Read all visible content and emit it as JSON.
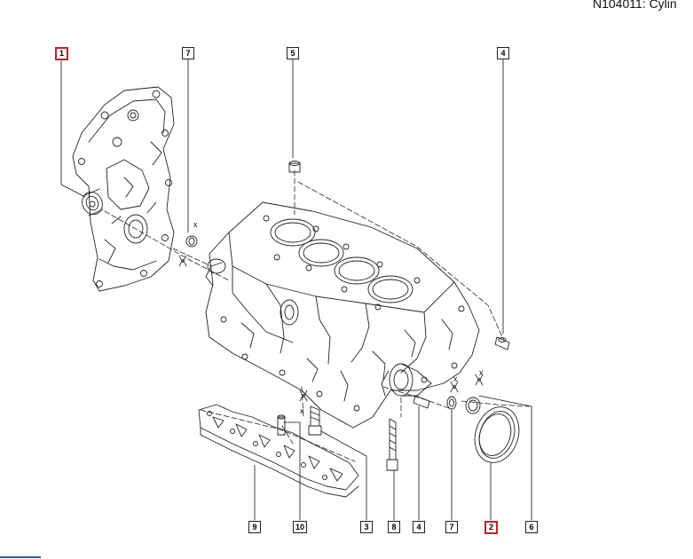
{
  "header": {
    "title": "N104011: Cylin"
  },
  "callouts": {
    "c1": "1",
    "c7a": "7",
    "c5": "5",
    "c4a": "4",
    "c9": "9",
    "c10": "10",
    "c3": "3",
    "c8": "8",
    "c4b": "4",
    "c7b": "7",
    "c2": "2",
    "c6": "6"
  },
  "dimension_marks": {
    "x1": "x",
    "x2": "x",
    "x3": "x",
    "x4": "x"
  },
  "colors": {
    "highlight": "#c0202a",
    "line": "#222222",
    "rule": "#3c56a8"
  }
}
